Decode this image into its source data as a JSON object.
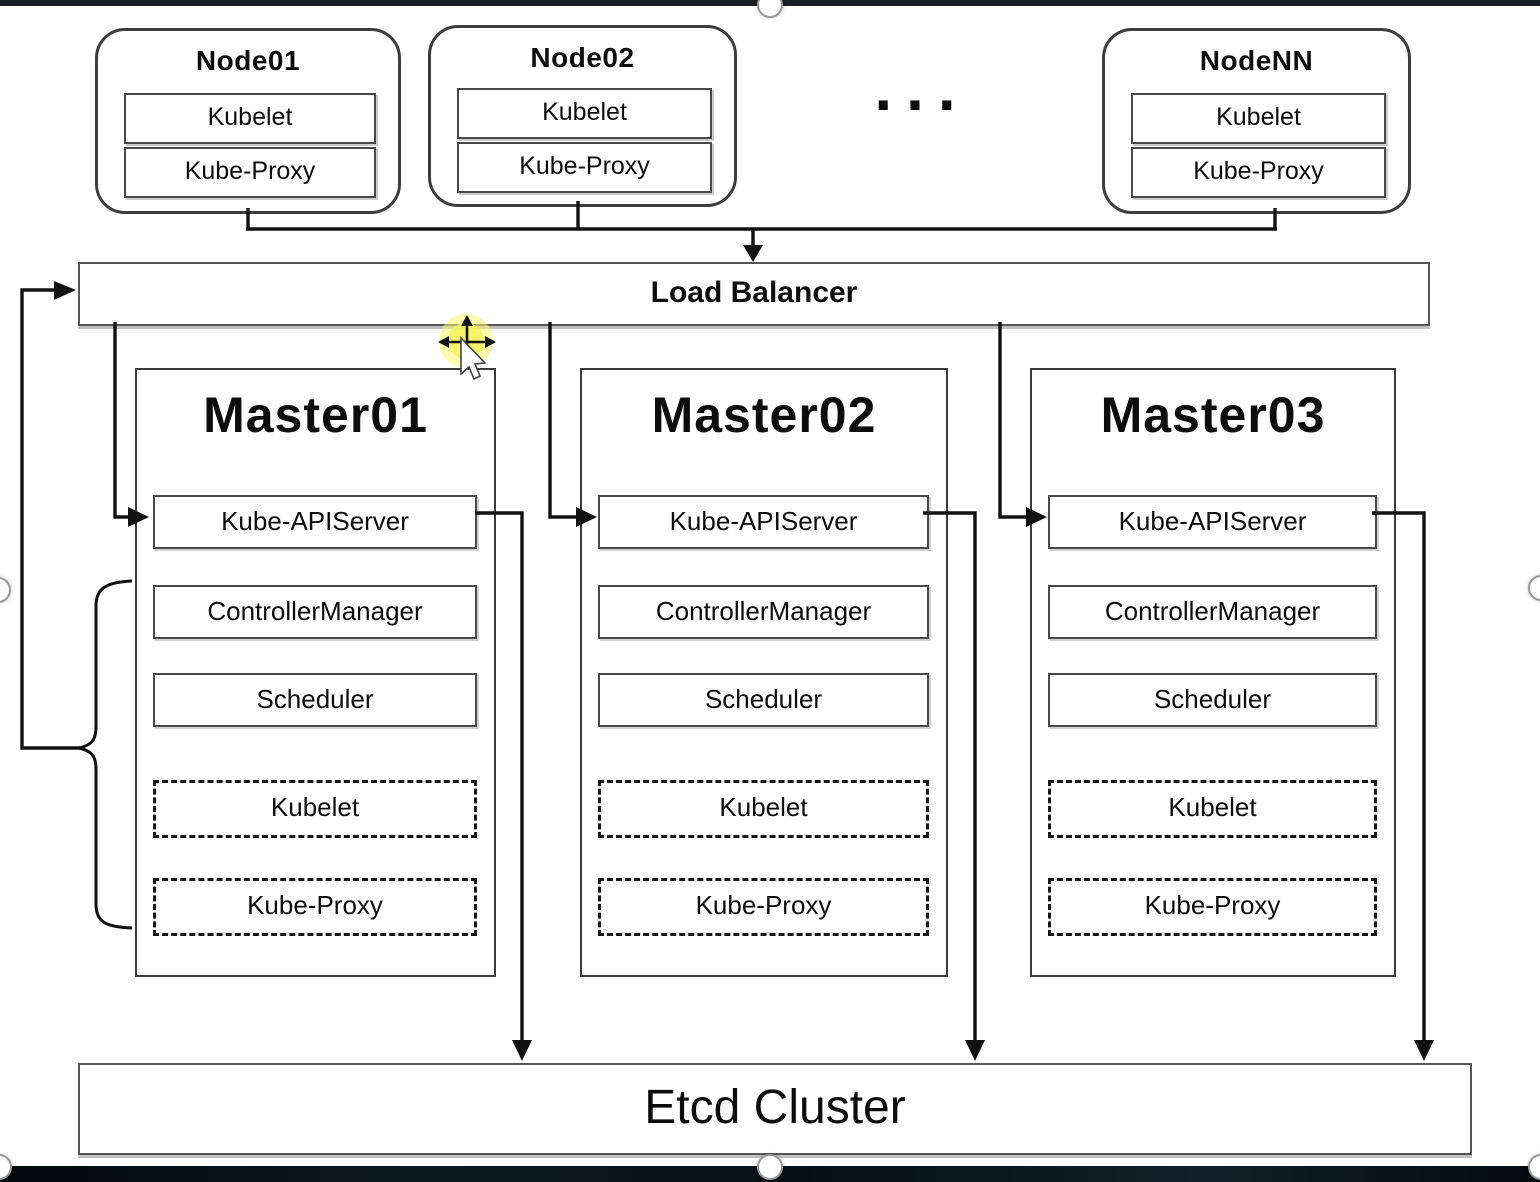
{
  "diagram": {
    "nodes": [
      {
        "title": "Node01",
        "components": [
          "Kubelet",
          "Kube-Proxy"
        ]
      },
      {
        "title": "Node02",
        "components": [
          "Kubelet",
          "Kube-Proxy"
        ]
      },
      {
        "title": "NodeNN",
        "components": [
          "Kubelet",
          "Kube-Proxy"
        ]
      }
    ],
    "ellipsis": "...",
    "load_balancer": {
      "label": "Load Balancer"
    },
    "masters": [
      {
        "title": "Master01",
        "components": [
          "Kube-APIServer",
          "ControllerManager",
          "Scheduler",
          "Kubelet",
          "Kube-Proxy"
        ]
      },
      {
        "title": "Master02",
        "components": [
          "Kube-APIServer",
          "ControllerManager",
          "Scheduler",
          "Kubelet",
          "Kube-Proxy"
        ]
      },
      {
        "title": "Master03",
        "components": [
          "Kube-APIServer",
          "ControllerManager",
          "Scheduler",
          "Kubelet",
          "Kube-Proxy"
        ]
      }
    ],
    "etcd": {
      "label": "Etcd Cluster"
    }
  },
  "colors": {
    "line": "#111111",
    "box_border": "#3d3d3d",
    "cursor_highlight": "#f5f263",
    "letterbox": "#0a1216"
  },
  "cursor": {
    "icon": "move-pointer"
  }
}
